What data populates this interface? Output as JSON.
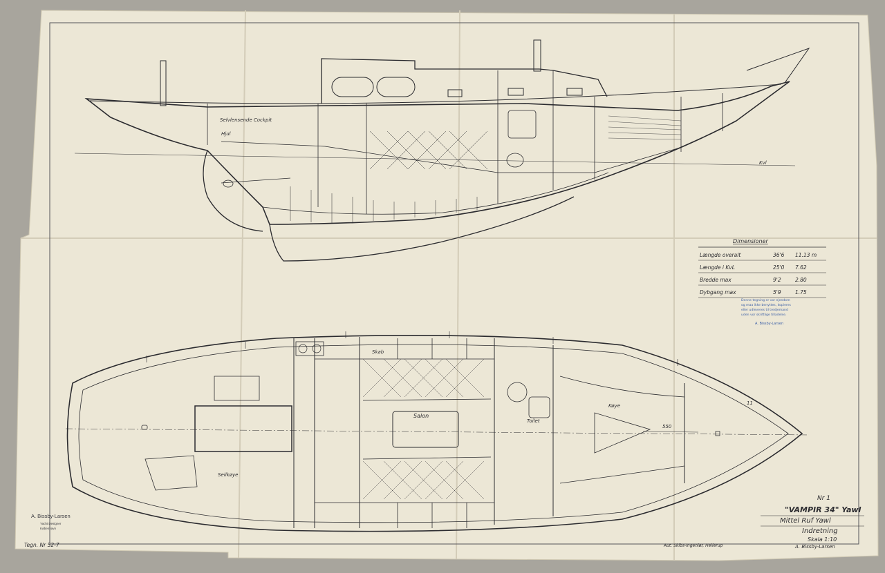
{
  "profile_labels": {
    "cockpit": "Selvlensende Cockpit",
    "wheel": "Hjul",
    "kval": "Kvl"
  },
  "plan_labels": {
    "sail_locker": "Seilkøye",
    "wc": "Toilet",
    "salon": "Salon",
    "lockers": "Skab",
    "forepeak": "Køye",
    "dimension": "550",
    "station_11": "11"
  },
  "dimensions_table": {
    "title": "Dimensioner",
    "rows": [
      {
        "label": "Længde overalt",
        "ft": "36'6",
        "m": "11.13 m"
      },
      {
        "label": "Længde i KvL",
        "ft": "25'0",
        "m": "7.62"
      },
      {
        "label": "Bredde max",
        "ft": "9'2",
        "m": "2.80"
      },
      {
        "label": "Dybgang max",
        "ft": "5'9",
        "m": "1.75"
      }
    ]
  },
  "stamp": {
    "lines": [
      "Denne tegning er vor ejendom",
      "og maa ikke benyttes, kopieres",
      "eller udleveres til tredjemand",
      "uden vor skriftlige tilladelse."
    ],
    "signature": "A. Bissby-Larsen"
  },
  "title_block": {
    "number": "Nr 1",
    "name": "\"VAMPIR 34\" Yawl",
    "subtitle": "Mittel Ruf Yawl",
    "drawing": "Indretning",
    "scale": "Skala 1:10",
    "designer": "A. Bissby-Larsen"
  },
  "maker_block": {
    "name": "A. Bissby-Larsen",
    "lines": [
      "Yacht Designer",
      "København"
    ]
  },
  "drawing_no": "Tegn. Nr 52-7",
  "footer_note": "Aut. Skibs-Ingeniør, Hellerup"
}
